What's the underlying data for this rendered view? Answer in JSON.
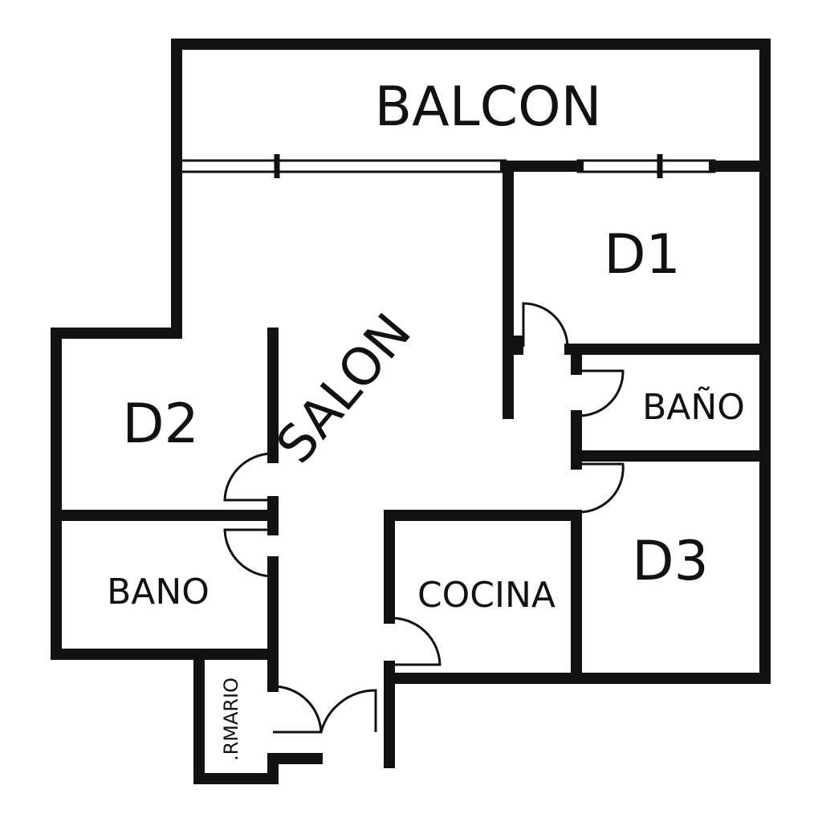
{
  "rooms": {
    "balcon": "BALCON",
    "d1": "D1",
    "d2": "D2",
    "d3": "D3",
    "salon": "SALON",
    "bano_right": "BAÑO",
    "bano_left": "BANO",
    "cocina": "COCINA",
    "armario": ".RMARIO"
  },
  "colors": {
    "wall": "#111111",
    "background": "#ffffff"
  }
}
